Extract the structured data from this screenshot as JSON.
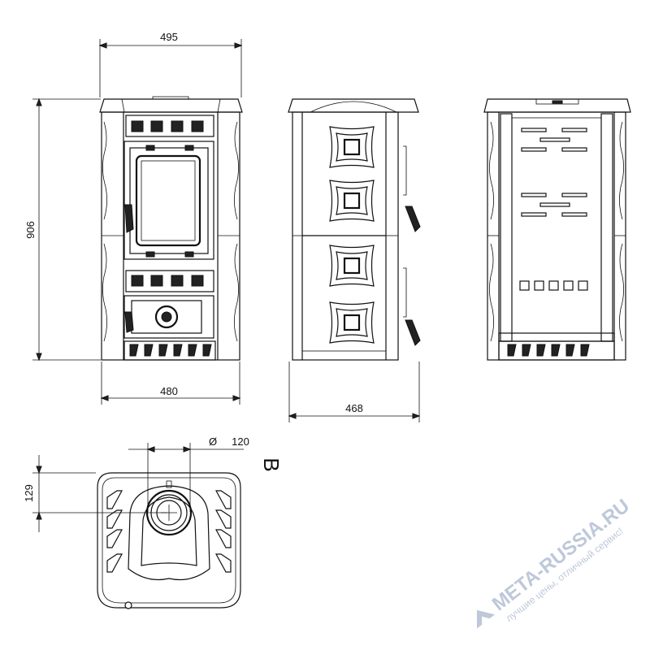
{
  "dimensions": {
    "top_width": "495",
    "height": "906",
    "base_width": "480",
    "depth": "468",
    "flue_diameter_symbol": "Ø",
    "flue_diameter": "120",
    "flue_offset": "129",
    "section_label": "B"
  },
  "watermark": {
    "brand": "META-RUSSIA.RU",
    "slogan": "лучшие цены, отличный сервис!",
    "color": "#b7c3d6"
  }
}
